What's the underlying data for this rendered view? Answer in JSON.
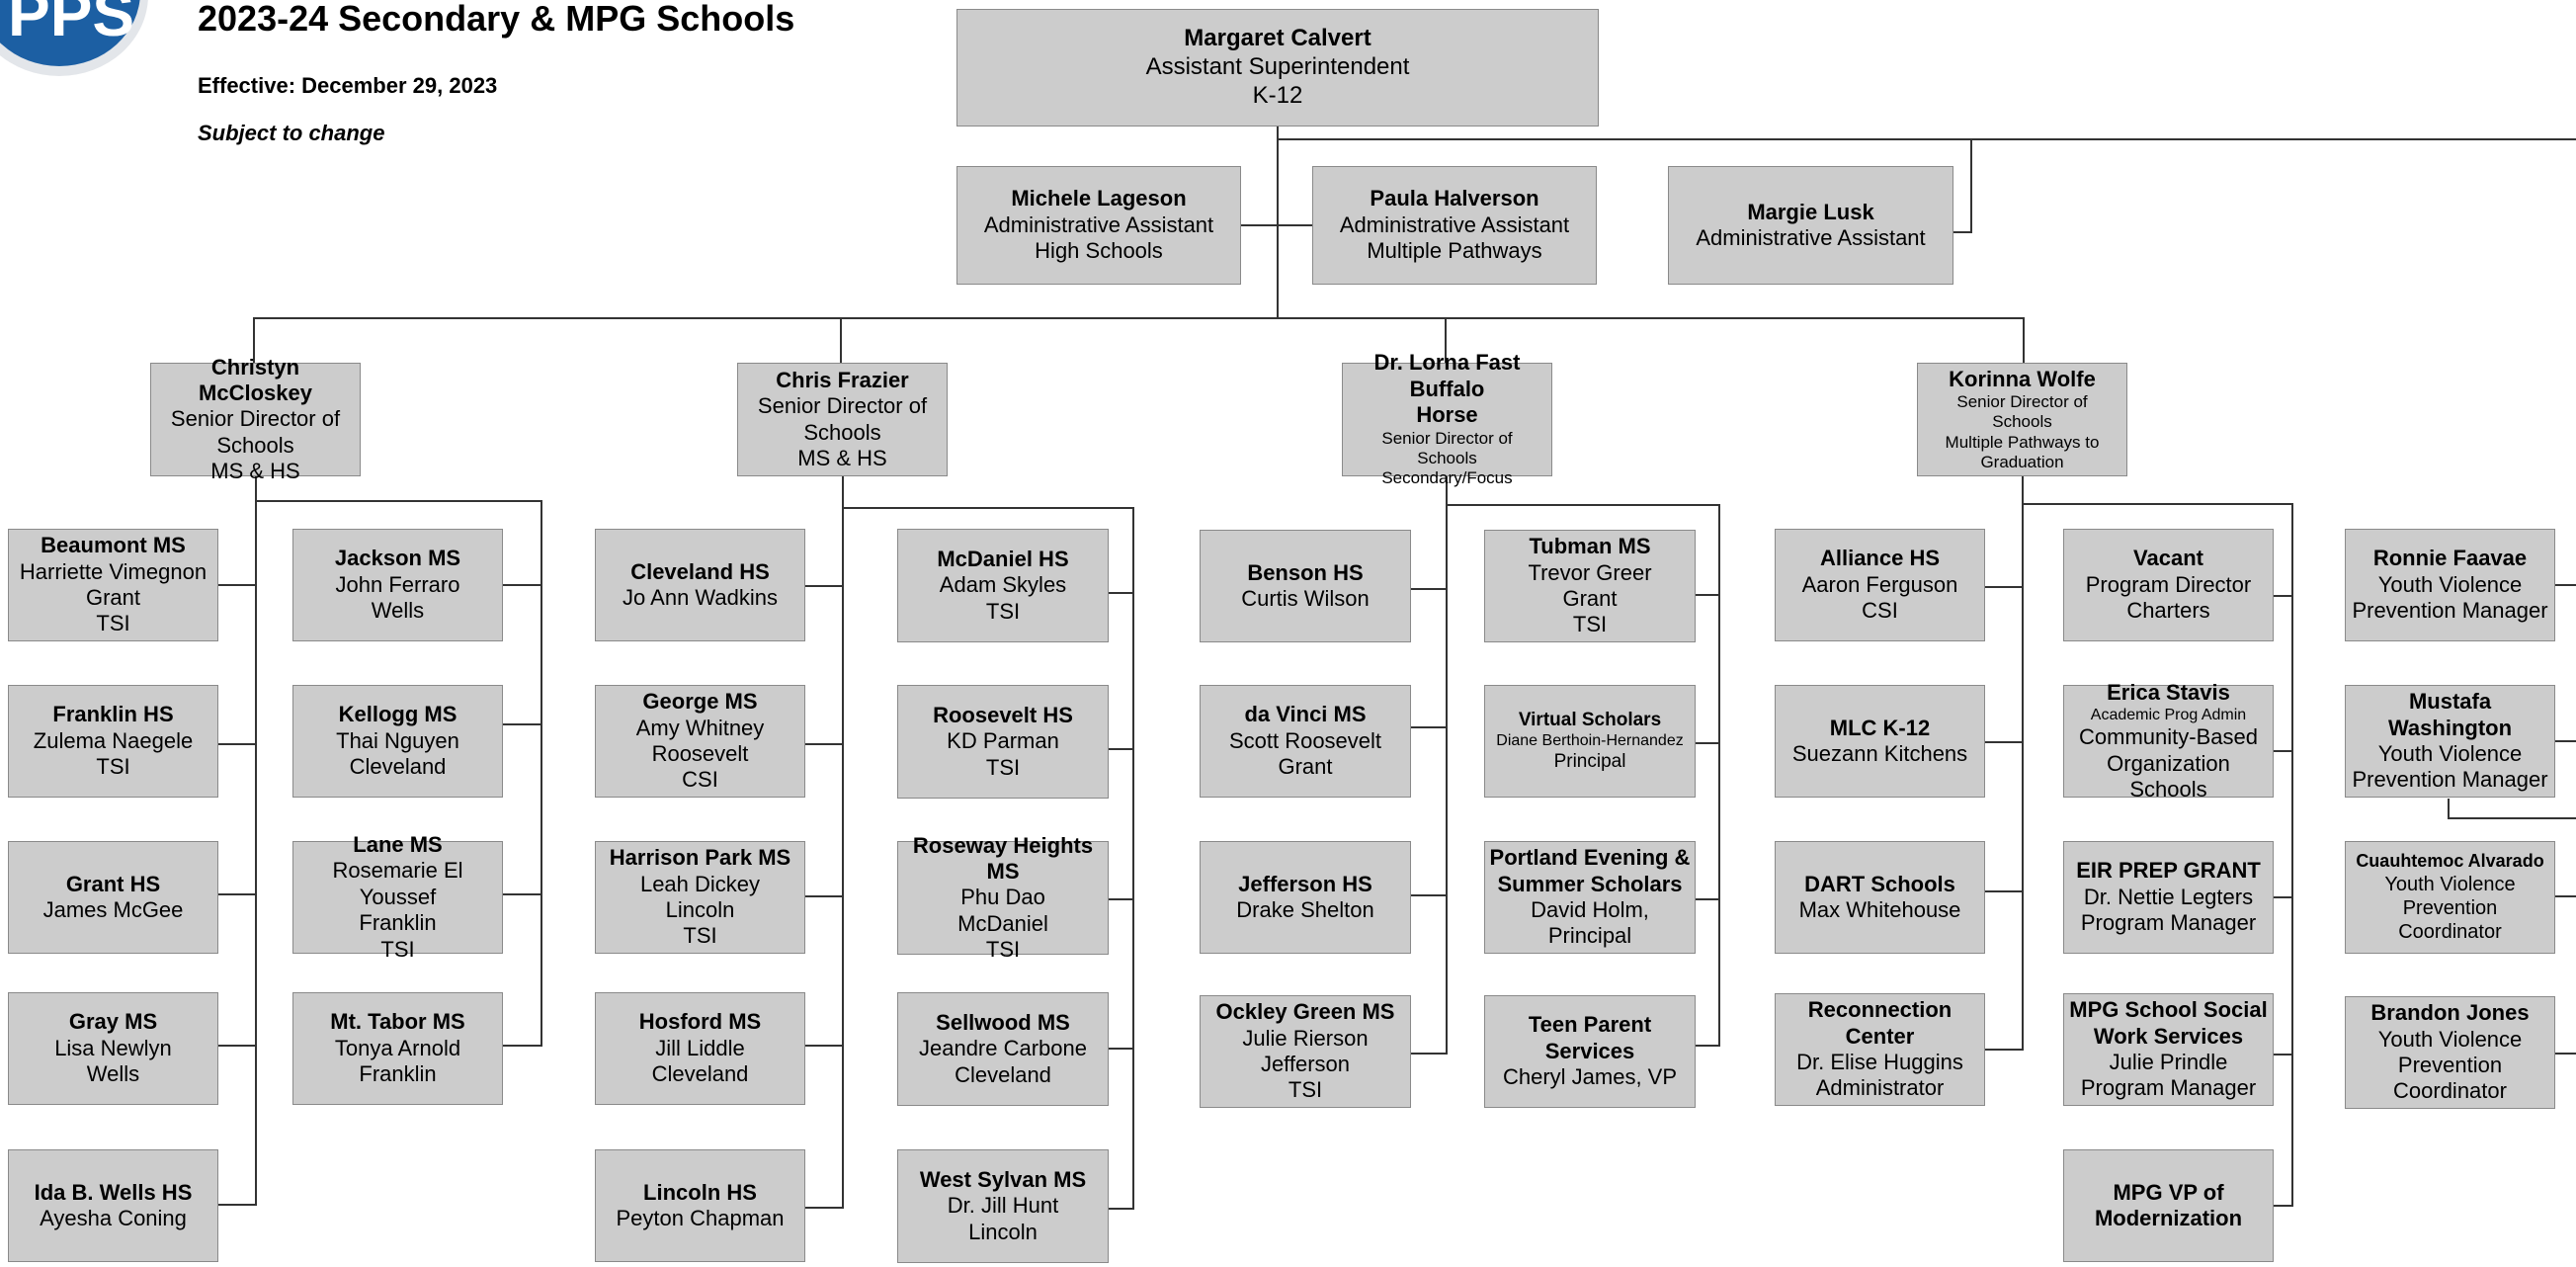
{
  "header": {
    "logo_text": "PPS",
    "title": "2023-24 Secondary & MPG Schools",
    "effective": "Effective: December 29, 2023",
    "subject": "Subject to change"
  },
  "colors": {
    "box_fill": "#cccccc",
    "box_border": "#8a8a8a",
    "logo_blue": "#1c5fa3"
  },
  "top": {
    "lines": [
      "Margaret Calvert",
      "Assistant Superintendent",
      "K-12"
    ]
  },
  "assistants": [
    {
      "lines": [
        "Michele Lageson",
        "Administrative Assistant",
        "High Schools"
      ]
    },
    {
      "lines": [
        "Paula Halverson",
        "Administrative Assistant",
        "Multiple Pathways"
      ]
    },
    {
      "lines": [
        "Margie Lusk",
        "Administrative Assistant"
      ]
    }
  ],
  "directors": [
    {
      "lines": [
        "Christyn McCloskey",
        "Senior Director of",
        "Schools",
        "MS & HS"
      ]
    },
    {
      "lines": [
        "Chris Frazier",
        "Senior Director of",
        "Schools",
        "MS & HS"
      ]
    },
    {
      "lines": [
        "Dr. Lorna Fast Buffalo",
        "Horse",
        "Senior Director of",
        "Schools",
        "Secondary/Focus"
      ]
    },
    {
      "lines": [
        "Korinna Wolfe",
        "Senior Director of",
        "Schools",
        "Multiple Pathways to",
        "Graduation"
      ]
    }
  ],
  "units": [
    {
      "lines": [
        "Beaumont MS",
        "Harriette Vimegnon",
        "Grant",
        "TSI"
      ]
    },
    {
      "lines": [
        "Franklin HS",
        "Zulema Naegele",
        "TSI"
      ]
    },
    {
      "lines": [
        "Grant HS",
        "James McGee"
      ]
    },
    {
      "lines": [
        "Gray MS",
        "Lisa Newlyn",
        "Wells"
      ]
    },
    {
      "lines": [
        "Ida B. Wells HS",
        "Ayesha Coning"
      ]
    },
    {
      "lines": [
        "Jackson MS",
        "John Ferraro",
        "Wells"
      ]
    },
    {
      "lines": [
        "Kellogg MS",
        "Thai Nguyen",
        "Cleveland"
      ]
    },
    {
      "lines": [
        "Lane MS",
        "Rosemarie El Youssef",
        "Franklin",
        "TSI"
      ]
    },
    {
      "lines": [
        "Mt. Tabor MS",
        "Tonya Arnold",
        "Franklin"
      ]
    },
    {
      "lines": [
        "Cleveland HS",
        "Jo Ann Wadkins"
      ]
    },
    {
      "lines": [
        "George MS",
        "Amy Whitney",
        "Roosevelt",
        "CSI"
      ]
    },
    {
      "lines": [
        "Harrison Park MS",
        "Leah Dickey",
        "Lincoln",
        "TSI"
      ]
    },
    {
      "lines": [
        "Hosford MS",
        "Jill Liddle",
        "Cleveland"
      ]
    },
    {
      "lines": [
        "Lincoln HS",
        "Peyton Chapman"
      ]
    },
    {
      "lines": [
        "McDaniel HS",
        "Adam Skyles",
        "TSI"
      ]
    },
    {
      "lines": [
        "Roosevelt HS",
        "KD Parman",
        "TSI"
      ]
    },
    {
      "lines": [
        "Roseway Heights MS",
        "Phu Dao",
        "McDaniel",
        "TSI"
      ]
    },
    {
      "lines": [
        "Sellwood MS",
        "Jeandre Carbone",
        "Cleveland"
      ]
    },
    {
      "lines": [
        "West Sylvan MS",
        "Dr. Jill Hunt",
        "Lincoln"
      ]
    },
    {
      "lines": [
        "Benson HS",
        "Curtis Wilson"
      ]
    },
    {
      "lines": [
        "da Vinci MS",
        "Scott Roosevelt",
        "Grant"
      ]
    },
    {
      "lines": [
        "Jefferson HS",
        "Drake Shelton"
      ]
    },
    {
      "lines": [
        "Ockley Green MS",
        "Julie Rierson",
        "Jefferson",
        "TSI"
      ]
    },
    {
      "lines": [
        "Tubman MS",
        "Trevor Greer",
        "Grant",
        "TSI"
      ]
    },
    {
      "lines": [
        "Virtual Scholars",
        "Diane Berthoin-Hernandez",
        "Principal"
      ]
    },
    {
      "lines": [
        "Portland Evening &",
        "Summer Scholars",
        "David Holm, Principal"
      ]
    },
    {
      "lines": [
        "Teen Parent Services",
        "Cheryl James, VP"
      ]
    },
    {
      "lines": [
        "Alliance HS",
        "Aaron Ferguson",
        "CSI"
      ]
    },
    {
      "lines": [
        "MLC K-12",
        "Suezann Kitchens"
      ]
    },
    {
      "lines": [
        "DART Schools",
        "Max Whitehouse"
      ]
    },
    {
      "lines": [
        "Reconnection Center",
        "Dr. Elise Huggins",
        "Administrator"
      ]
    },
    {
      "lines": [
        "Vacant",
        "Program Director",
        "Charters"
      ]
    },
    {
      "lines": [
        "Erica Stavis",
        "Academic Prog Admin",
        "Community-Based",
        "Organization Schools"
      ]
    },
    {
      "lines": [
        "EIR PREP GRANT",
        "Dr. Nettie Legters",
        "Program Manager"
      ]
    },
    {
      "lines": [
        "MPG School Social",
        "Work Services",
        "Julie Prindle",
        "Program Manager"
      ]
    },
    {
      "lines": [
        "MPG VP of",
        "Modernization"
      ]
    },
    {
      "lines": [
        "Ronnie Faavae",
        "Youth Violence",
        "Prevention Manager"
      ]
    },
    {
      "lines": [
        "Mustafa Washington",
        "Youth Violence",
        "Prevention Manager"
      ]
    },
    {
      "lines": [
        "Cuauhtemoc Alvarado",
        "Youth Violence",
        "Prevention",
        "Coordinator"
      ]
    },
    {
      "lines": [
        "Brandon Jones",
        "Youth Violence",
        "Prevention",
        "Coordinator"
      ]
    }
  ]
}
